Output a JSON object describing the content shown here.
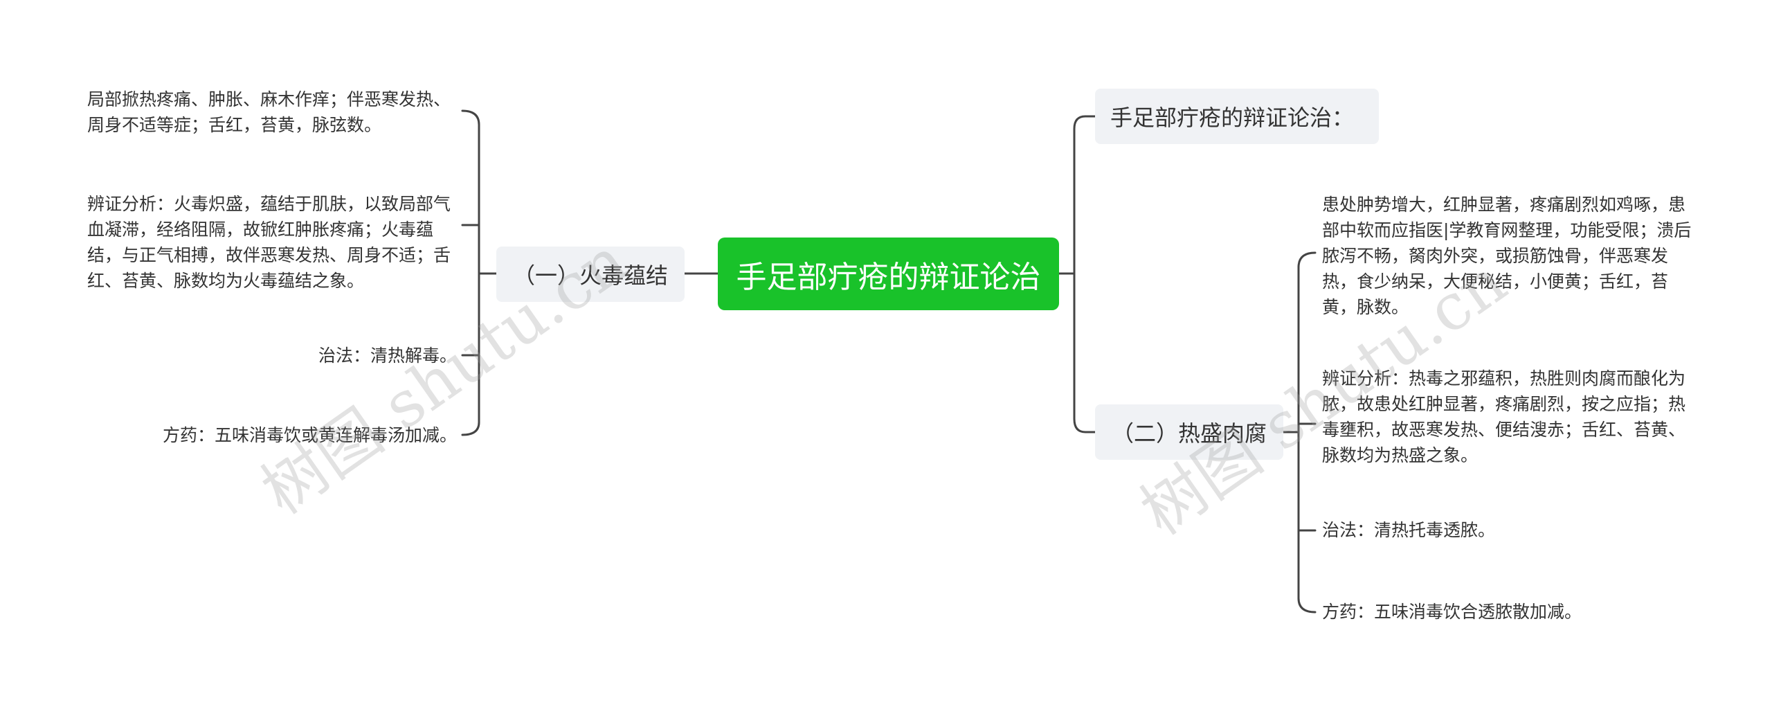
{
  "root": {
    "title": "手足部疔疮的辩证论治"
  },
  "left_branch": {
    "label": "（一）火毒蕴结",
    "leaves": [
      "局部掀热疼痛、肿胀、麻木作痒；伴恶寒发热、周身不适等症；舌红，苔黄，脉弦数。",
      "辨证分析：火毒炽盛，蕴结于肌肤，以致局部气血凝滞，经络阻隔，故锨红肿胀疼痛；火毒蕴结，与正气相搏，故伴恶寒发热、周身不适；舌红、苔黄、脉数均为火毒蕴结之象。",
      "治法：清热解毒。",
      "方药：五味消毒饮或黄连解毒汤加减。"
    ]
  },
  "right_heading": {
    "label": "手足部疔疮的辩证论治："
  },
  "right_branch": {
    "label": "（二）热盛肉腐",
    "leaves": [
      "患处肿势增大，红肿显著，疼痛剧烈如鸡啄，患部中软而应指医|学教育网整理，功能受限；溃后脓泻不畅，胬肉外突，或损筋蚀骨，伴恶寒发热，食少纳呆，大便秘结，小便黄；舌红，苔黄，脉数。",
      "辨证分析：热毒之邪蕴积，热胜则肉腐而酿化为脓，故患处红肿显著，疼痛剧烈，按之应指；热毒壅积，故恶寒发热、便结溲赤；舌红、苔黄、脉数均为热盛之象。",
      "治法：清热托毒透脓。",
      "方药：五味消毒饮合透脓散加减。"
    ]
  },
  "watermark": {
    "text": "树图 shutu.cn"
  },
  "colors": {
    "root_bg": "#19c22a",
    "branch_bg": "#f0f2f5",
    "line": "#444444"
  }
}
